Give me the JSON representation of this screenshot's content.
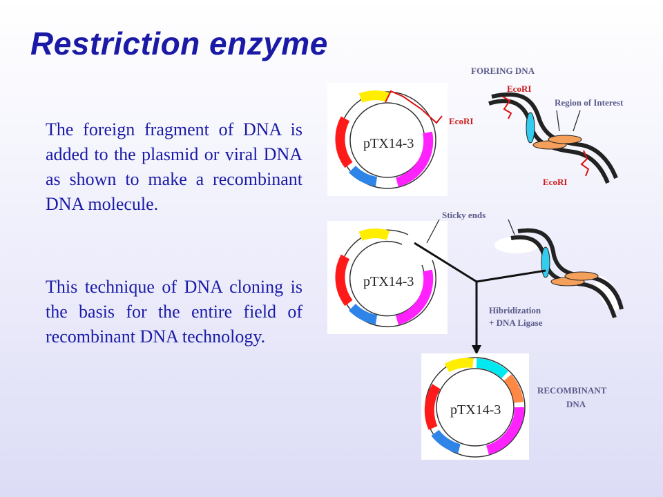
{
  "slide": {
    "title": "Restriction enzyme",
    "paragraph_1": "The foreign fragment of DNA is added to the plasmid or viral DNA as shown to make a recombinant DNA molecule.",
    "paragraph_2": "This technique of DNA cloning is the basis for the entire field of recombinant DNA technology."
  },
  "diagram": {
    "foreign_dna_label": "FOREING DNA",
    "ecori": "EcoRI",
    "region_of_interest": "Region of Interest",
    "sticky_ends": "Sticky ends",
    "hibridization_line1": "Hibridization",
    "hibridization_line2": "+ DNA Ligase",
    "recombinant_line1": "RECOMBINANT",
    "recombinant_line2": "DNA",
    "plasmid_label": "pTX14-3"
  },
  "colors": {
    "title_text": "#1a1aa6",
    "label_text": "#5a5a8a",
    "ecori_text": "#cc1a1a",
    "segment_yellow": "#ffee00",
    "segment_red": "#ff1a1a",
    "segment_blue": "#2f84e8",
    "segment_magenta": "#ff22ff",
    "segment_cyan": "#00e8f0",
    "segment_orange": "#ff8844",
    "helix_cyan": "#33ccee",
    "region_orange": "#f5a05a"
  }
}
